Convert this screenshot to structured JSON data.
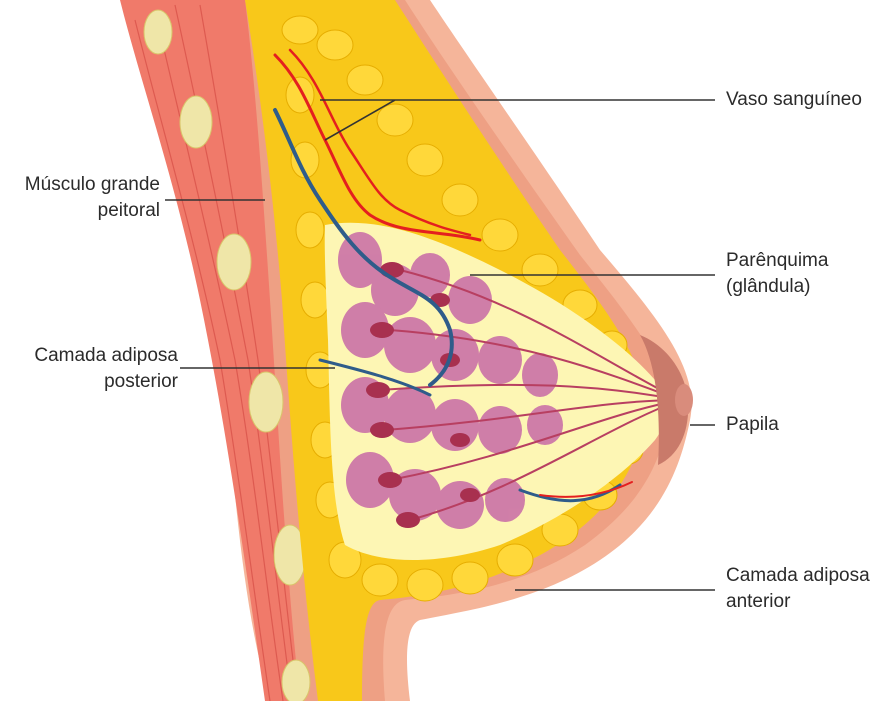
{
  "labels": {
    "vaso": {
      "line1": "Vaso sanguíneo"
    },
    "musculo": {
      "line1": "Músculo grande",
      "line2": "peitoral"
    },
    "parenquima": {
      "line1": "Parênquima",
      "line2": "(glândula)"
    },
    "camada_posterior": {
      "line1": "Camada adiposa",
      "line2": "posterior"
    },
    "papila": {
      "line1": "Papila"
    },
    "camada_anterior": {
      "line1": "Camada adiposa",
      "line2": "anterior"
    }
  },
  "colors": {
    "skin": "#f5b59a",
    "skin_dark": "#e9a083",
    "muscle": "#f07a6a",
    "muscle_dark": "#d9534a",
    "fat": "#f8c81a",
    "fat_light": "#ffe066",
    "gland_bg": "#fdf6b4",
    "lobule": "#c86aa6",
    "duct": "#b83f61",
    "artery": "#e41f1f",
    "vein": "#2f5c8a",
    "leader": "#333333"
  }
}
